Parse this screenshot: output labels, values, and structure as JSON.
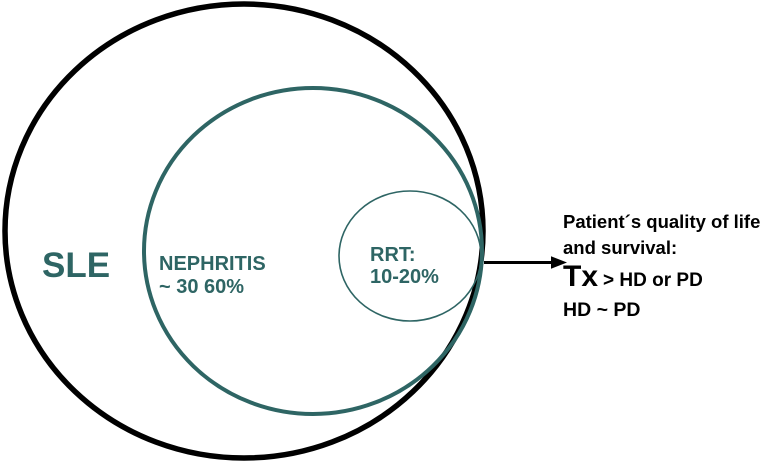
{
  "colors": {
    "ink": "#000000",
    "teal": "#2E6564",
    "background": "#FFFFFF"
  },
  "diagram": {
    "type": "nested-sets",
    "description": "Nested Venn diagram: RRT subset of NEPHRITIS subset of SLE, arrow to outcome note",
    "sets": [
      {
        "name": "sle",
        "label": "SLE",
        "detail": ""
      },
      {
        "name": "nephritis",
        "label": "NEPHRITIS",
        "detail": "~ 30 60%"
      },
      {
        "name": "rrt",
        "label": "RRT:",
        "detail": "10-20%"
      }
    ]
  },
  "annotation": {
    "line1": "Patient´s quality of life",
    "line2": "and survival:",
    "tx": "Tx",
    "tx_comparison": "> HD or PD",
    "line4": "HD ~ PD"
  }
}
